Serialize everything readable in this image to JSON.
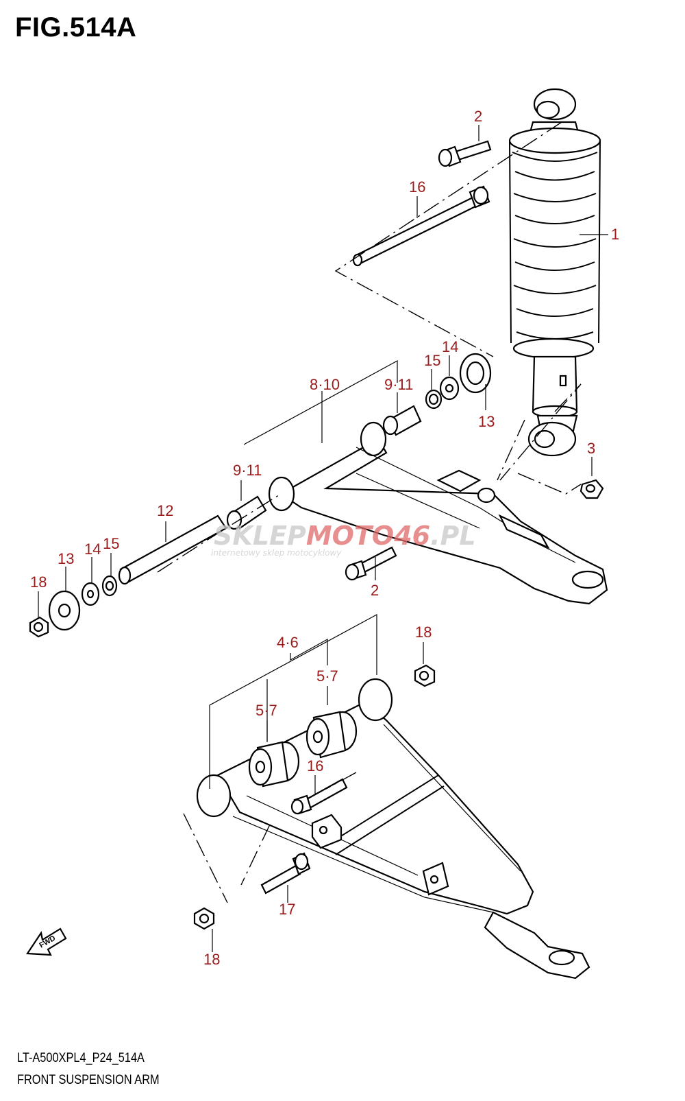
{
  "figure": {
    "title": "FIG.514A"
  },
  "footer": {
    "model_code": "LT-A500XPL4_P24_514A",
    "assembly_name": "FRONT SUSPENSION ARM"
  },
  "watermark": {
    "brand_left": "SKLEP",
    "brand_mid": "MOTO",
    "brand_num": "46",
    "brand_tld": ".PL",
    "tagline": "internetowy sklep motocyklowy"
  },
  "fwd_label": "FWD",
  "callouts": {
    "c1": "1",
    "c2_top": "2",
    "c16_top": "16",
    "c14_right": "14",
    "c15_right": "15",
    "c13_right": "13",
    "c8_10": "8·10",
    "c9_11_upper": "9·11",
    "c9_11_lower": "9·11",
    "c3": "3",
    "c12": "12",
    "c13_left": "13",
    "c14_left": "14",
    "c15_left": "15",
    "c18_left": "18",
    "c2_mid": "2",
    "c4_6": "4·6",
    "c18_right": "18",
    "c5_7_right": "5·7",
    "c5_7_left": "5·7",
    "c16_lower": "16",
    "c17": "17",
    "c18_bottom": "18"
  },
  "colors": {
    "callout": "#9b1b1b",
    "watermark_grey": "#c8c8c8",
    "watermark_red": "#e06a6a"
  }
}
